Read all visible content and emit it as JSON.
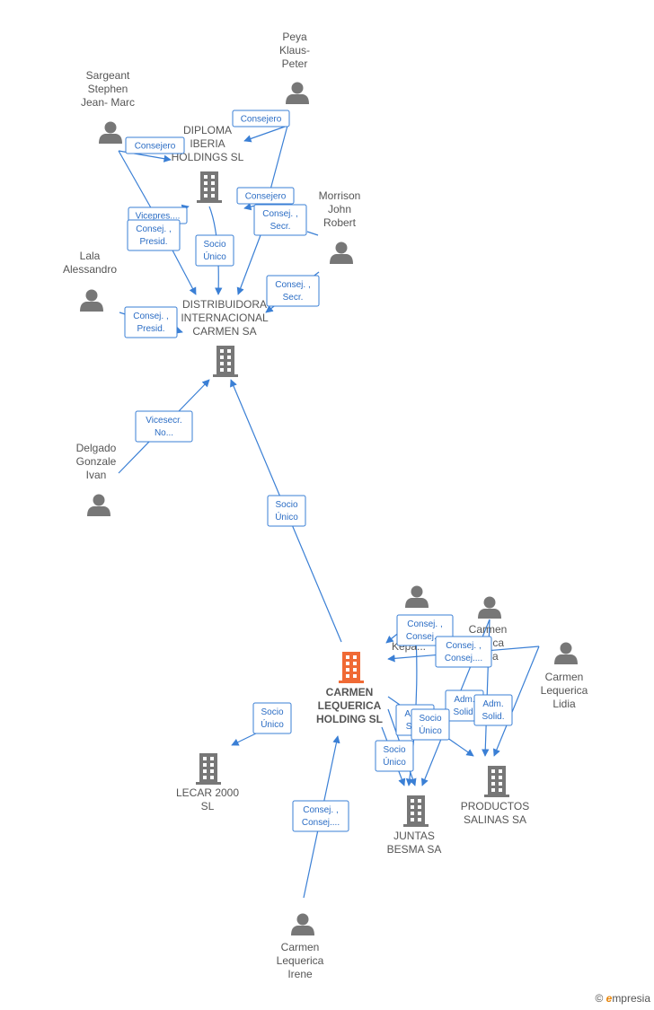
{
  "colors": {
    "edge": "#3a7fd5",
    "node": "#777777",
    "focus": "#f06a35",
    "label_text": "#2a6cc4"
  },
  "nodes": [
    {
      "id": "peya",
      "type": "person",
      "label": [
        "Peya",
        "Klaus-",
        "Peter"
      ]
    },
    {
      "id": "sargeant",
      "type": "person",
      "label": [
        "Sargeant",
        "Stephen",
        "Jean- Marc"
      ]
    },
    {
      "id": "diploma",
      "type": "company",
      "label": [
        "DIPLOMA",
        "IBERIA",
        "HOLDINGS  SL"
      ]
    },
    {
      "id": "morrison",
      "type": "person",
      "label": [
        "Morrison",
        "John",
        "Robert"
      ]
    },
    {
      "id": "lala",
      "type": "person",
      "label": [
        "Lala",
        "Alessandro"
      ]
    },
    {
      "id": "distribuidora",
      "type": "company",
      "label": [
        "DISTRIBUIDORA",
        "INTERNACIONAL",
        "CARMEN SA"
      ]
    },
    {
      "id": "delgado",
      "type": "person",
      "label": [
        "Delgado",
        "Gonzale",
        "Ivan"
      ]
    },
    {
      "id": "pe",
      "type": "person",
      "label": [
        "Pe",
        "Kepa..."
      ]
    },
    {
      "id": "carmen_ina",
      "type": "person",
      "label": [
        "Carmen",
        "...erica",
        "...oa"
      ]
    },
    {
      "id": "lidia",
      "type": "person",
      "label": [
        "Carmen",
        "Lequerica",
        "Lidia"
      ]
    },
    {
      "id": "holding",
      "type": "company_focus",
      "label": [
        "CARMEN",
        "LEQUERICA",
        "HOLDING  SL"
      ]
    },
    {
      "id": "lecar",
      "type": "company",
      "label": [
        "LECAR 2000",
        "SL"
      ]
    },
    {
      "id": "productos",
      "type": "company",
      "label": [
        "PRODUCTOS",
        "SALINAS SA"
      ]
    },
    {
      "id": "juntas",
      "type": "company",
      "label": [
        "JUNTAS",
        "BESMA SA"
      ]
    },
    {
      "id": "irene",
      "type": "person",
      "label": [
        "Carmen",
        "Lequerica",
        "Irene"
      ]
    }
  ],
  "edges": [
    {
      "id": "e1",
      "label": [
        "Consejero"
      ]
    },
    {
      "id": "e2",
      "label": [
        "Consejero"
      ]
    },
    {
      "id": "e3",
      "label": [
        "Consejero"
      ]
    },
    {
      "id": "e4",
      "label": [
        "Vicepres...."
      ]
    },
    {
      "id": "e5",
      "label": [
        "Consej. ,",
        "Presid."
      ]
    },
    {
      "id": "e6",
      "label": [
        "Socio",
        "Único"
      ]
    },
    {
      "id": "e7",
      "label": [
        "Consej. ,",
        "Secr."
      ]
    },
    {
      "id": "e8",
      "label": [
        "Consej. ,",
        "Secr."
      ]
    },
    {
      "id": "e9",
      "label": [
        "Consej. ,",
        "Presid."
      ]
    },
    {
      "id": "e10",
      "label": [
        "Vicesecr.",
        "No..."
      ]
    },
    {
      "id": "e11",
      "label": [
        "Socio",
        "Único"
      ]
    },
    {
      "id": "e12",
      "label": [
        "Socio",
        "Único"
      ]
    },
    {
      "id": "e13",
      "label": [
        "Consej. ,",
        "Consej...."
      ]
    },
    {
      "id": "e14",
      "label": [
        "Consej. ,",
        "Consej...."
      ]
    },
    {
      "id": "e15",
      "label": [
        "Consej. ,",
        "Consej...."
      ]
    },
    {
      "id": "e16",
      "label": [
        "Adm.",
        "Solid."
      ]
    },
    {
      "id": "e17",
      "label": [
        "Adm.",
        "Solid."
      ]
    },
    {
      "id": "e18",
      "label": [
        "Adm.",
        "So..."
      ]
    },
    {
      "id": "e19",
      "label": [
        "Socio",
        "Único"
      ]
    },
    {
      "id": "e20",
      "label": [
        "Socio",
        "Único"
      ]
    }
  ],
  "brand": {
    "copyright": "©",
    "name": "mpresia",
    "initial": "e"
  }
}
